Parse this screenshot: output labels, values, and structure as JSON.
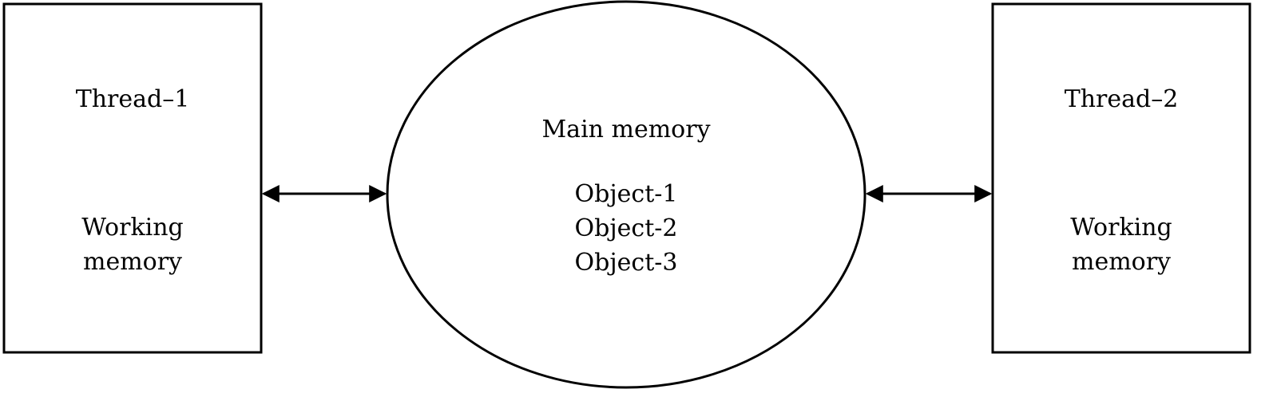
{
  "thread_left": {
    "title": "Thread–1",
    "subtitle_line1": "Working",
    "subtitle_line2": "memory"
  },
  "thread_right": {
    "title": "Thread–2",
    "subtitle_line1": "Working",
    "subtitle_line2": "memory"
  },
  "main_memory": {
    "title": "Main memory",
    "objects": [
      "Object-1",
      "Object-2",
      "Object-3"
    ]
  },
  "colors": {
    "stroke": "#000000",
    "background": "#ffffff"
  }
}
